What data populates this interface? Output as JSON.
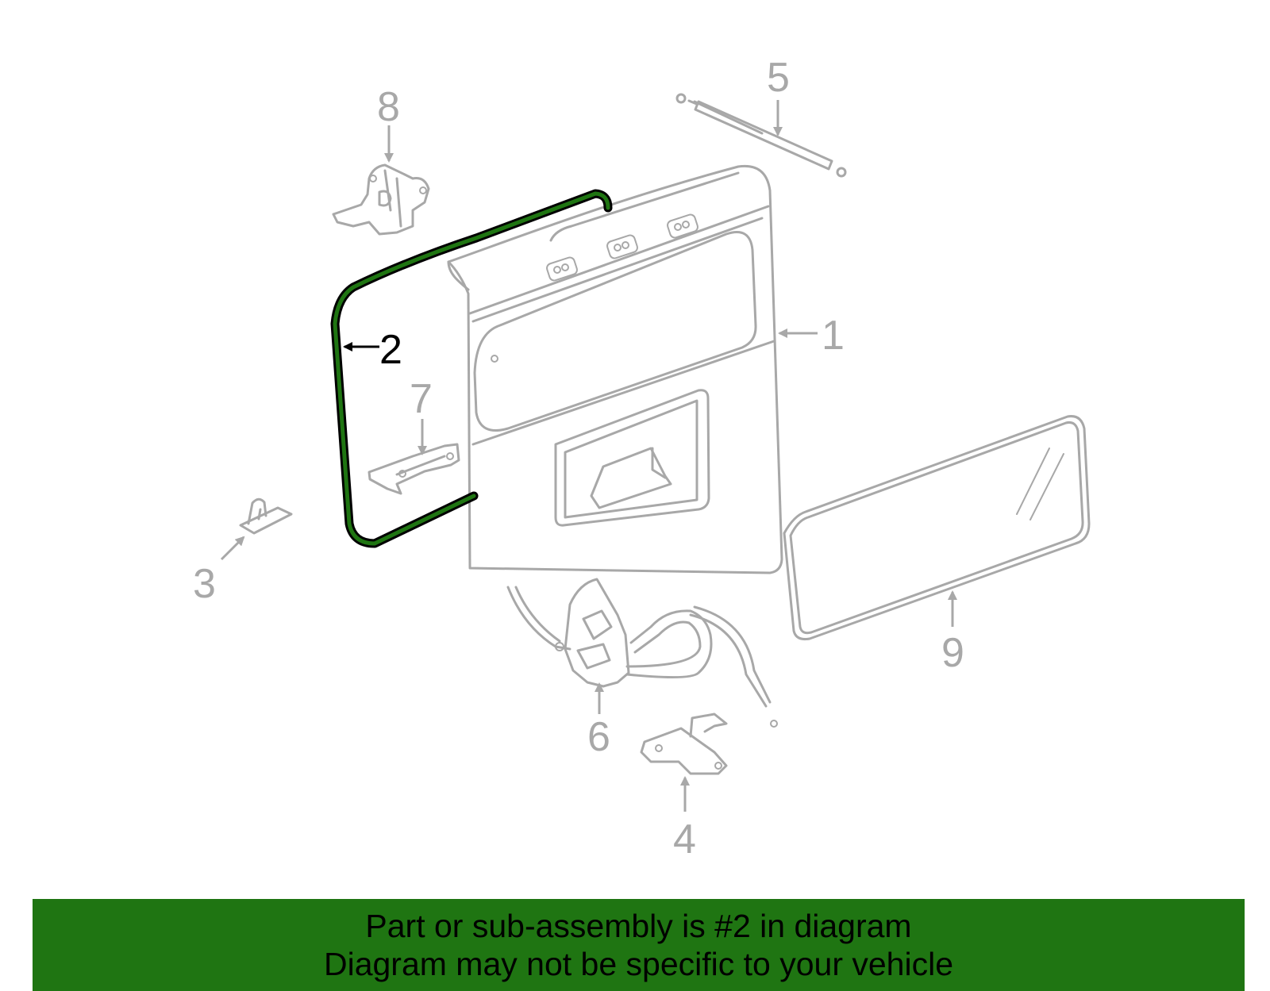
{
  "diagram": {
    "highlighted_part": "2",
    "highlight_color": "#1f7512",
    "part_color": "#a8a8a8",
    "callouts": [
      "1",
      "2",
      "3",
      "4",
      "5",
      "6",
      "7",
      "8",
      "9"
    ]
  },
  "banner": {
    "line1": "Part or sub-assembly is #2 in diagram",
    "line2": "Diagram may not be specific to your vehicle",
    "background": "#1f7512"
  }
}
